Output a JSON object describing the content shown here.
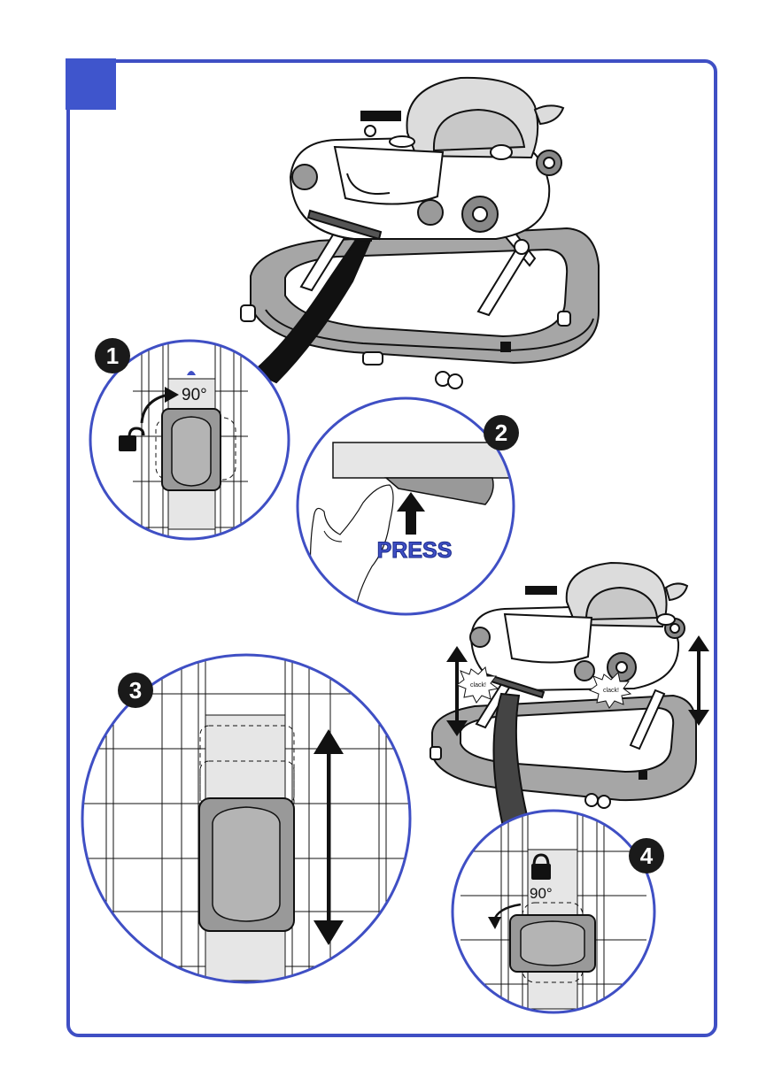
{
  "frame": {
    "border_color": "#3f4fc4",
    "corner_square_color": "#3f55cc"
  },
  "steps": {
    "step1": {
      "number": "1",
      "angle_label": "90°",
      "icon": "unlock-icon"
    },
    "step2": {
      "number": "2",
      "press_label": "PRESS",
      "icon": "up-arrow-icon"
    },
    "step3": {
      "number": "3",
      "icon": "up-down-arrow-icon"
    },
    "step4": {
      "number": "4",
      "angle_label": "90°",
      "icon": "lock-icon"
    }
  },
  "walker2": {
    "click_left": "clack!",
    "click_right": "clack!"
  },
  "colors": {
    "outline": "#111111",
    "grey_dark": "#8a8a8a",
    "grey_mid": "#a9a9a9",
    "grey_light": "#e0e0e0",
    "badge": "#1a1a1a"
  }
}
